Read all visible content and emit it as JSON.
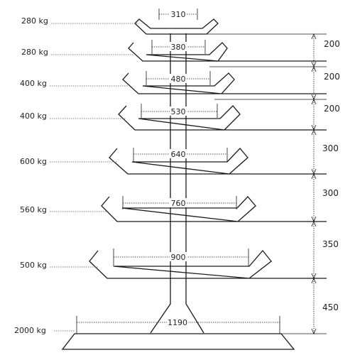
{
  "diagram": {
    "levels": [
      {
        "load": "280 kg",
        "width": "310"
      },
      {
        "load": "280 kg",
        "width": "380"
      },
      {
        "load": "400 kg",
        "width": "480"
      },
      {
        "load": "400 kg",
        "width": "530"
      },
      {
        "load": "600 kg",
        "width": "640"
      },
      {
        "load": "560 kg",
        "width": "760"
      },
      {
        "load": "500 kg",
        "width": "900"
      },
      {
        "load": "2000 kg",
        "width": "1190"
      }
    ],
    "spacings": [
      "200",
      "200",
      "200",
      "300",
      "300",
      "350",
      "450"
    ]
  }
}
